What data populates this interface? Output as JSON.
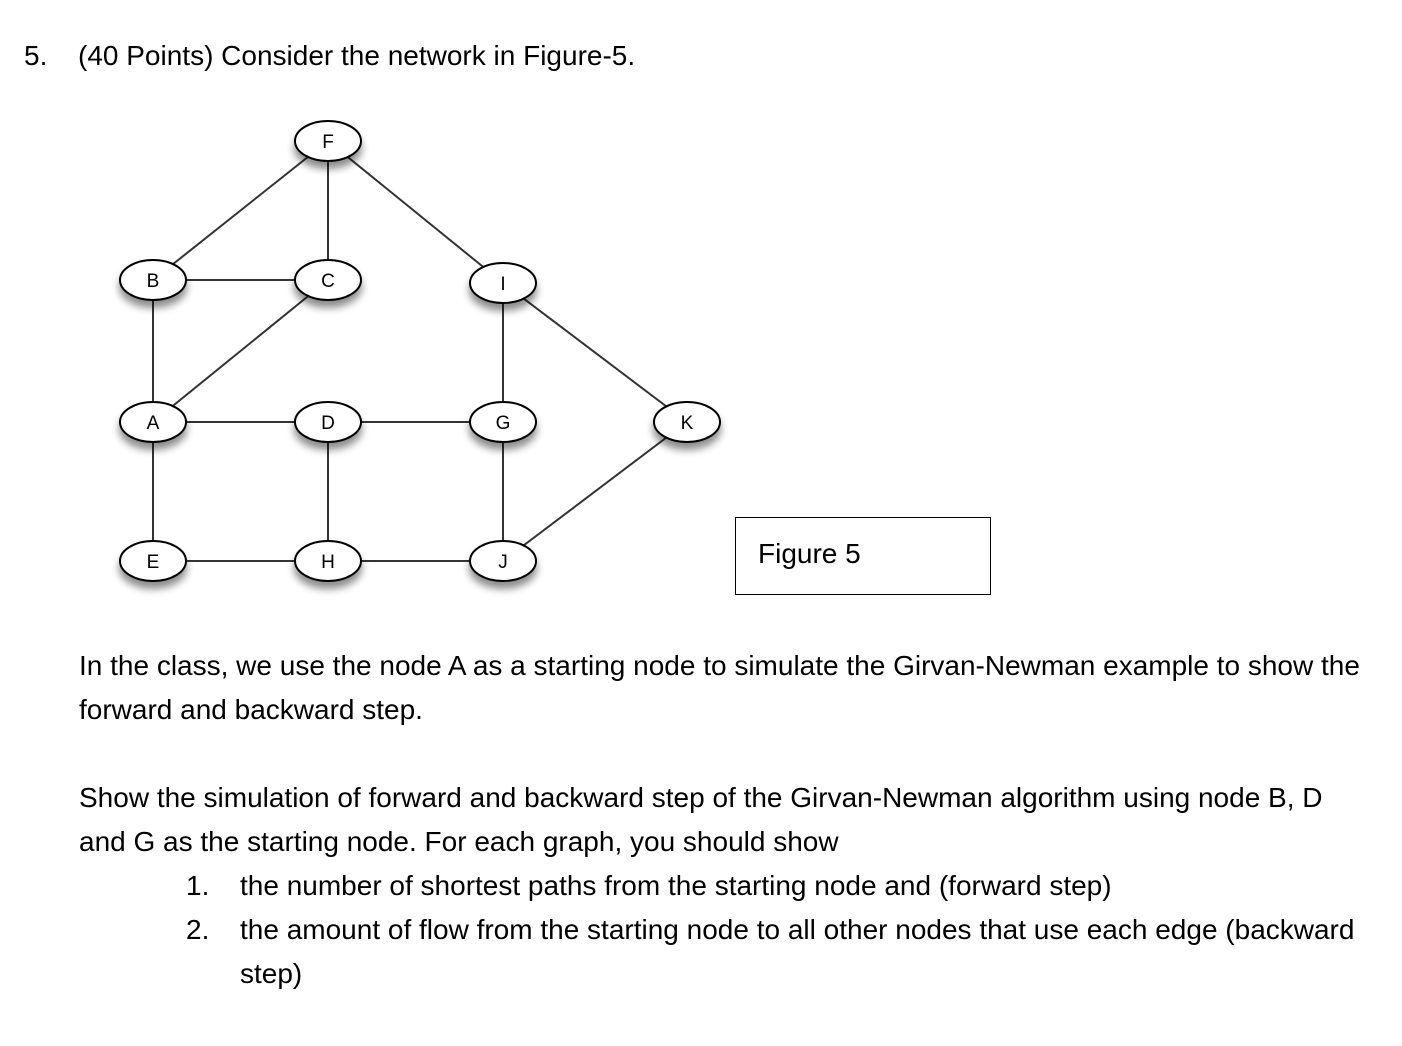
{
  "question": {
    "number": "5.",
    "title": "(40 Points) Consider the network in Figure-5."
  },
  "figure": {
    "caption": "Figure 5",
    "nodes": [
      "F",
      "B",
      "C",
      "I",
      "A",
      "D",
      "G",
      "K",
      "E",
      "H",
      "J"
    ],
    "edges": [
      [
        "F",
        "B"
      ],
      [
        "F",
        "C"
      ],
      [
        "F",
        "I"
      ],
      [
        "B",
        "C"
      ],
      [
        "B",
        "A"
      ],
      [
        "C",
        "A"
      ],
      [
        "I",
        "G"
      ],
      [
        "I",
        "K"
      ],
      [
        "A",
        "D"
      ],
      [
        "A",
        "E"
      ],
      [
        "D",
        "G"
      ],
      [
        "D",
        "H"
      ],
      [
        "G",
        "J"
      ],
      [
        "K",
        "J"
      ],
      [
        "E",
        "H"
      ],
      [
        "H",
        "J"
      ]
    ]
  },
  "paragraph1": "In the class, we use the node A as a starting node to simulate the Girvan-Newman example to show the forward and backward step.",
  "paragraph2": "Show the simulation of forward and backward step of the Girvan-Newman algorithm using node B, D and G as the starting node. For each graph, you should show",
  "steps": [
    {
      "num": "1.",
      "text": "the number of shortest paths from the starting node and (forward step)"
    },
    {
      "num": "2.",
      "text": "the amount of flow from the starting node to all other nodes that use each edge (backward step)"
    }
  ],
  "colors": {
    "node_fill": "#ffffff",
    "node_stroke": "#000000",
    "edge": "#333333",
    "shadow": "#9a9a9a"
  }
}
